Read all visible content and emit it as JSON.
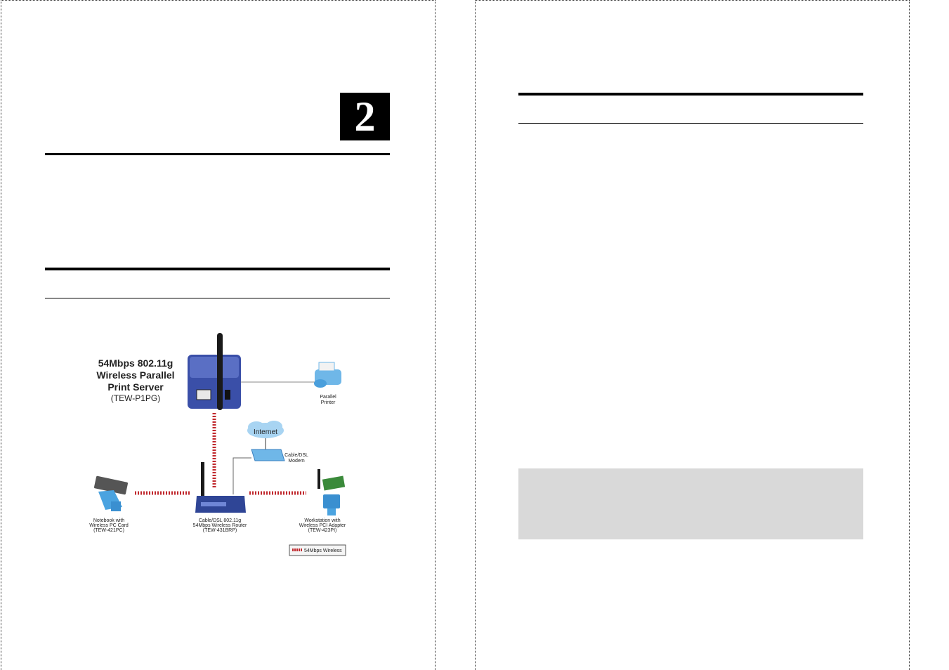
{
  "left_page": {
    "chapter_number": "2",
    "diagram": {
      "product_title_line1": "54Mbps 802.11g",
      "product_title_line2": "Wireless Parallel",
      "product_title_line3": "Print Server",
      "product_model": "(TEW-P1PG)",
      "printer_line1": "Parallel",
      "printer_line2": "Printer",
      "internet_label": "Internet",
      "modem_line1": "Cable/DSL",
      "modem_line2": "Modem",
      "notebook_line1": "Notebook with",
      "notebook_line2": "Wireless PC Card",
      "notebook_line3": "(TEW-421PC)",
      "router_line1": "Cable/DSL 802.11g",
      "router_line2": "54Mbps Wireless Router",
      "router_line3": "(TEW-431BRP)",
      "workstation_line1": "Workstation with",
      "workstation_line2": "Wireless PCI Adapter",
      "workstation_line3": "(TEW-423PI)",
      "legend_label": "54Mbps Wireless"
    }
  },
  "colors": {
    "wireless_link": "#c0282d",
    "device_blue": "#3a4fa8",
    "note_box": "#d9d9d9"
  }
}
